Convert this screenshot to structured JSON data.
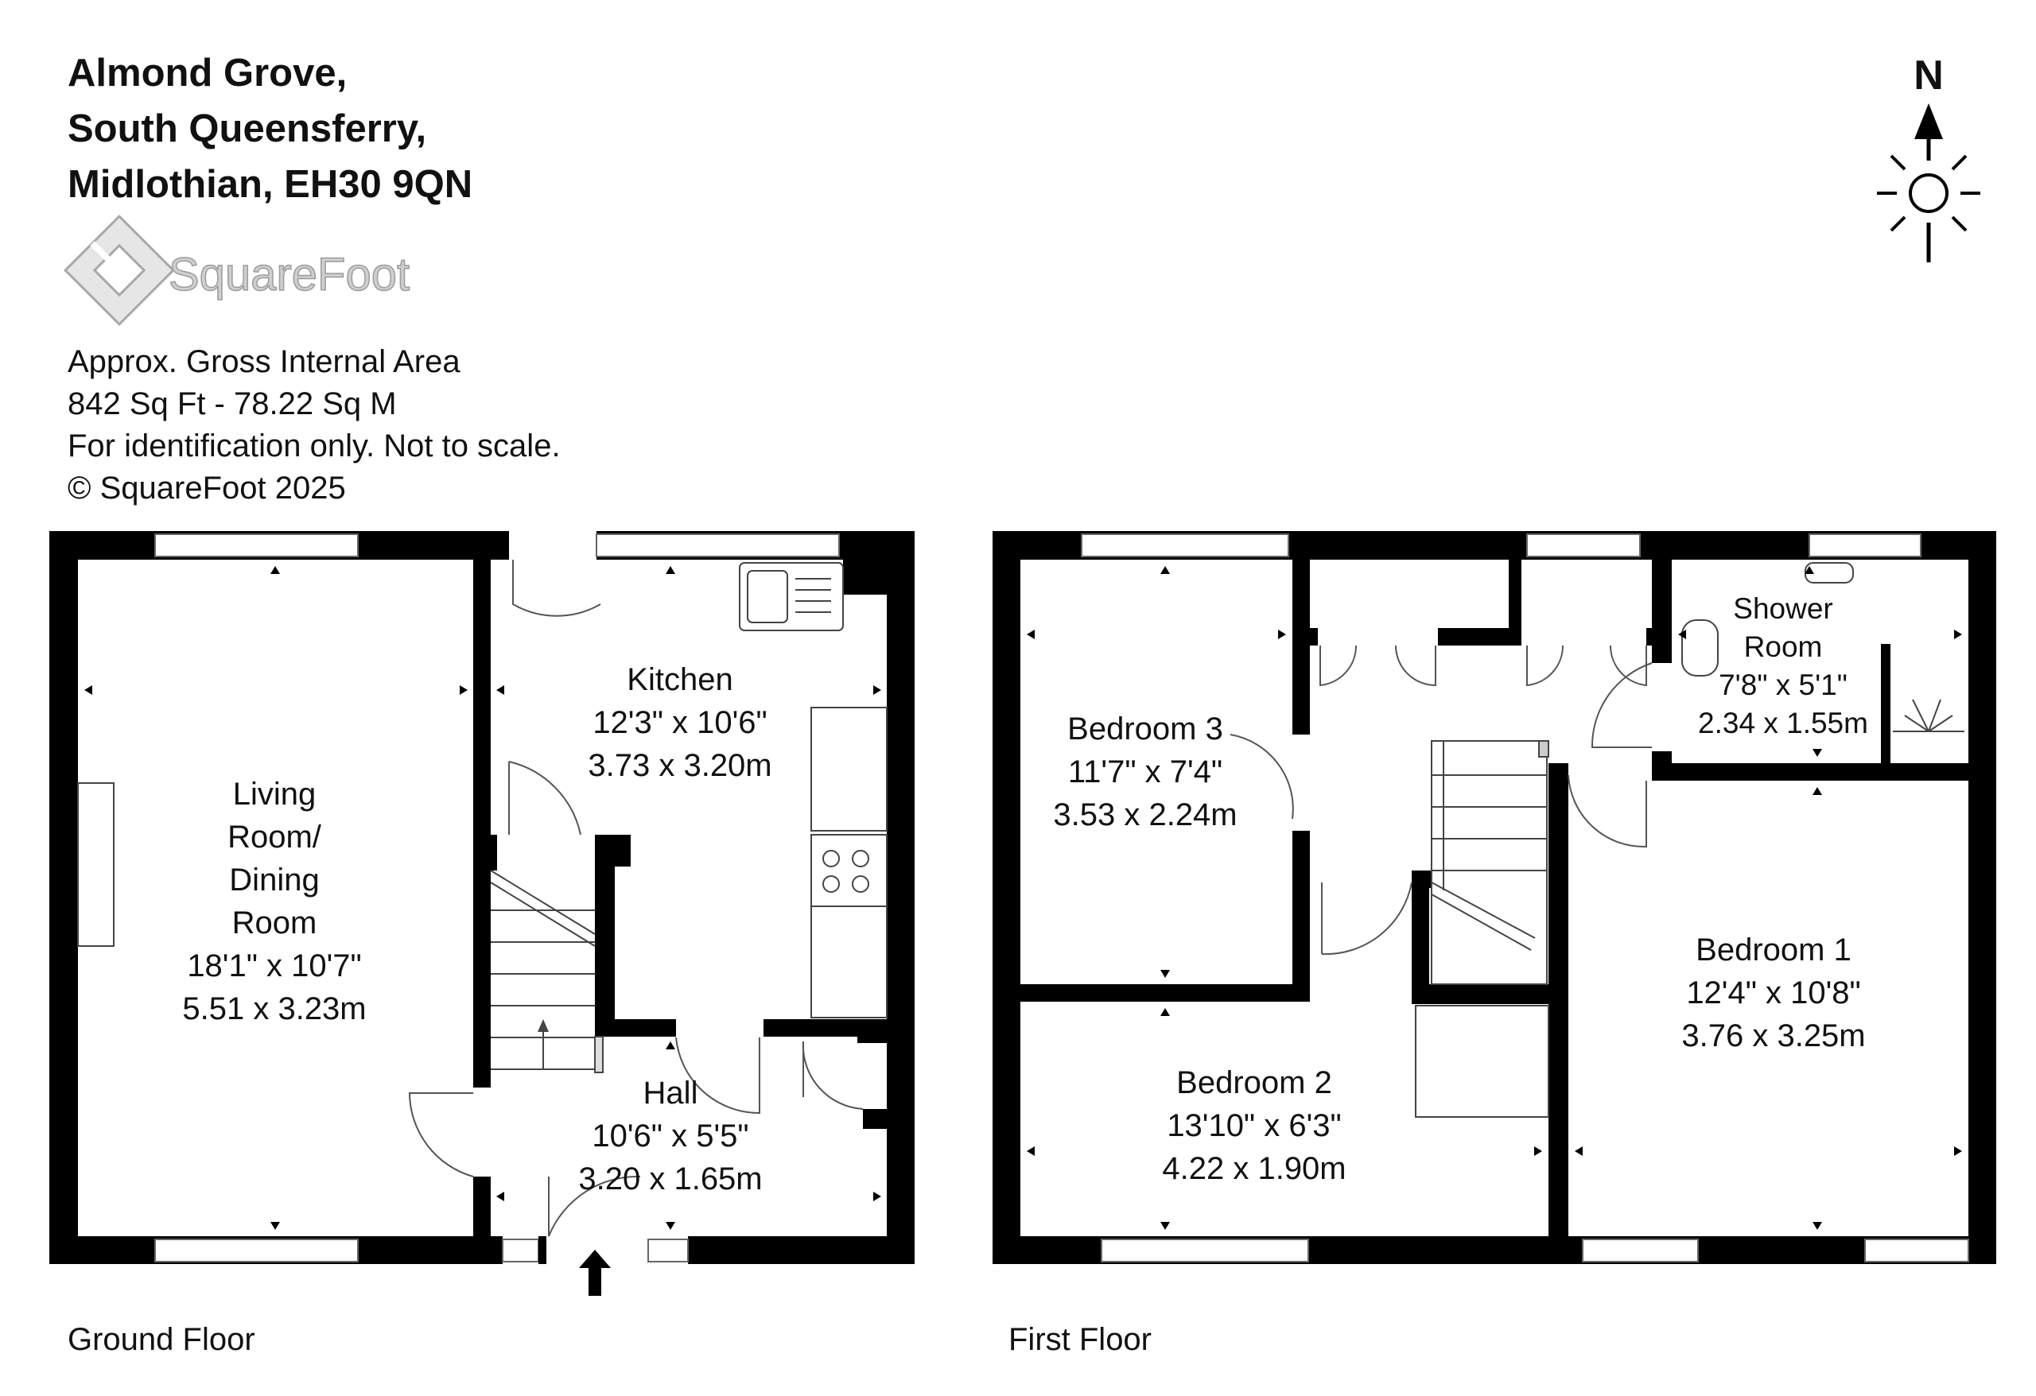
{
  "address": {
    "line1": "Almond Grove,",
    "line2": "South Queensferry,",
    "line3": "Midlothian, EH30 9QN"
  },
  "logo": {
    "text": "SquareFoot",
    "icon": "squarefoot-logo-icon"
  },
  "info": {
    "line1": "Approx. Gross Internal Area",
    "line2": "842 Sq Ft  -  78.22 Sq M",
    "line3": "For identification only. Not to scale.",
    "line4": "© SquareFoot 2025"
  },
  "compass": {
    "label": "N"
  },
  "floors": {
    "ground": "Ground Floor",
    "first": "First Floor"
  },
  "rooms": {
    "living": {
      "l1": "Living",
      "l2": "Room/",
      "l3": "Dining",
      "l4": "Room",
      "imperial": "18'1\" x 10'7\"",
      "metric": "5.51 x 3.23m"
    },
    "kitchen": {
      "name": "Kitchen",
      "imperial": "12'3\" x 10'6\"",
      "metric": "3.73 x 3.20m"
    },
    "hall": {
      "name": "Hall",
      "imperial": "10'6\" x 5'5\"",
      "metric": "3.20 x 1.65m"
    },
    "bedroom3": {
      "name": "Bedroom 3",
      "imperial": "11'7\" x 7'4\"",
      "metric": "3.53 x 2.24m"
    },
    "bedroom2": {
      "name": "Bedroom 2",
      "imperial": "13'10\" x 6'3\"",
      "metric": "4.22 x 1.90m"
    },
    "bedroom1": {
      "name": "Bedroom 1",
      "imperial": "12'4\" x 10'8\"",
      "metric": "3.76 x 3.25m"
    },
    "shower": {
      "l1": "Shower",
      "l2": "Room",
      "imperial": "7'8\" x 5'1\"",
      "metric": "2.34 x 1.55m"
    }
  }
}
